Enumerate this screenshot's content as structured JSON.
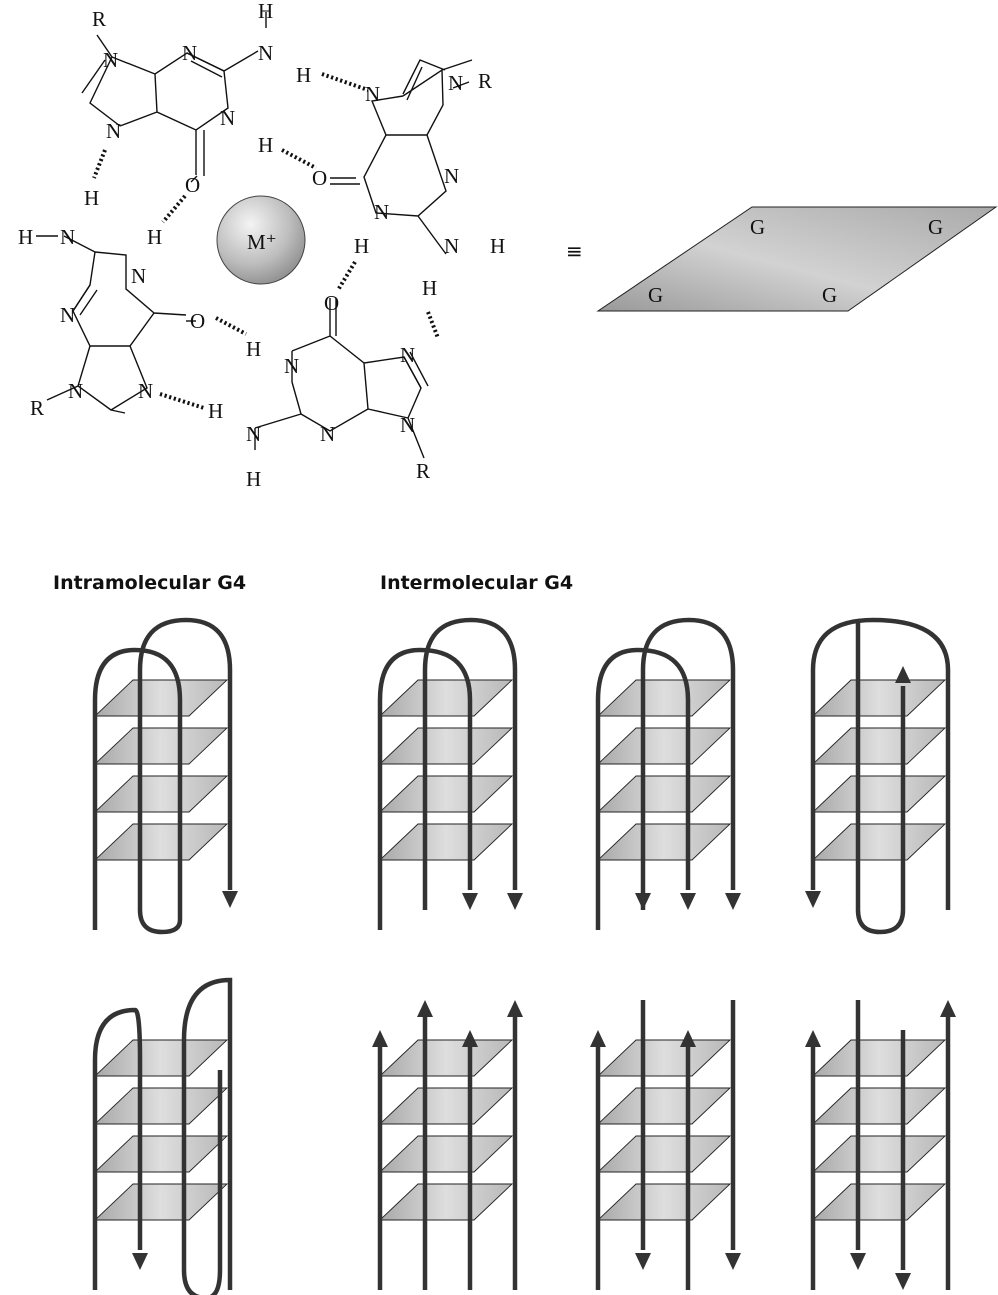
{
  "atoms": {
    "N": "N",
    "H": "H",
    "O": "O",
    "R": "R"
  },
  "metal_ion": "M⁺",
  "equivalence_symbol": "≡",
  "quartet_labels": [
    "G",
    "G",
    "G",
    "G"
  ],
  "headings": {
    "intramolecular": "Intramolecular G4",
    "intermolecular": "Intermolecular G4"
  },
  "colors": {
    "ink": "#111111",
    "strand": "#333333",
    "plane_light": "#e2e2e2",
    "plane_dark": "#999999",
    "metal_light": "#f2f2f2",
    "metal_dark": "#8c8c8c"
  }
}
